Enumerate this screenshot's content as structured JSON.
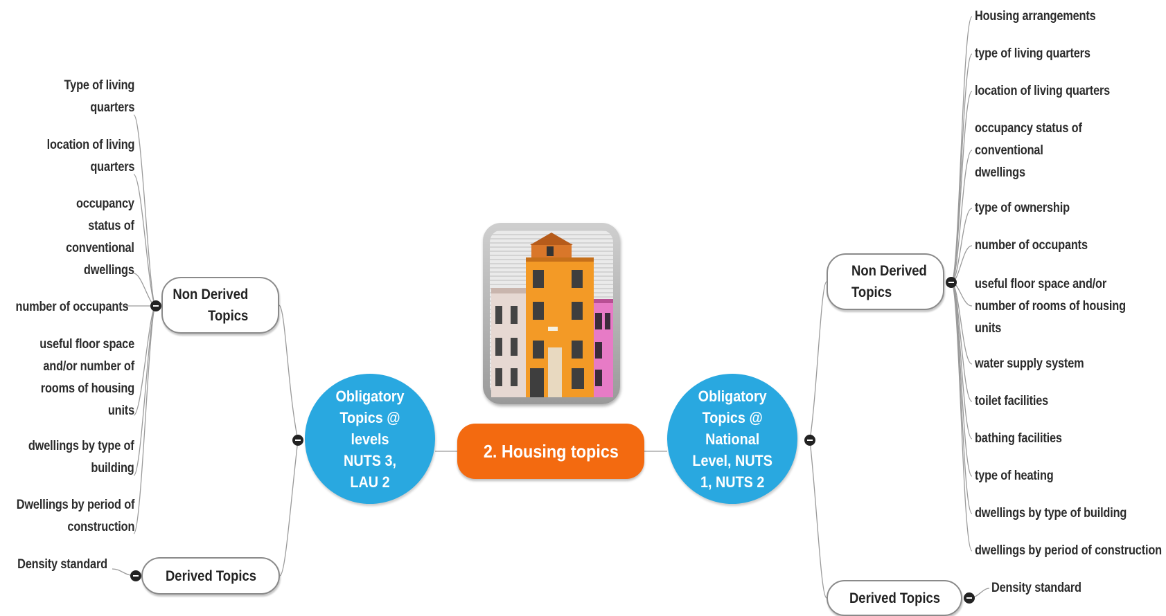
{
  "central": {
    "label": "2. Housing topics"
  },
  "left": {
    "main_label": "Obligatory Topics @ levels NUTS 3, LAU 2",
    "main_lines": [
      "Obligatory",
      "Topics @",
      "levels",
      "NUTS 3,",
      "LAU 2"
    ],
    "non_derived": {
      "label_lines": [
        "Non Derived",
        "Topics"
      ],
      "items": [
        {
          "lines": [
            "Type of living",
            "quarters"
          ]
        },
        {
          "lines": [
            "location of living",
            "quarters"
          ]
        },
        {
          "lines": [
            "occupancy",
            "status of",
            "conventional",
            "dwellings"
          ]
        },
        {
          "lines": [
            "number of occupants"
          ]
        },
        {
          "lines": [
            "useful floor space",
            "and/or number of",
            "rooms of housing",
            "units"
          ]
        },
        {
          "lines": [
            "dwellings by type of",
            "building"
          ]
        },
        {
          "lines": [
            "Dwellings by period of",
            "construction"
          ]
        }
      ]
    },
    "derived": {
      "label": "Derived Topics",
      "items": [
        {
          "lines": [
            "Density standard"
          ]
        }
      ]
    }
  },
  "right": {
    "main_label": "Obligatory Topics @ National Level, NUTS 1, NUTS 2",
    "main_lines": [
      "Obligatory",
      "Topics @",
      "National",
      "Level, NUTS",
      "1, NUTS 2"
    ],
    "non_derived": {
      "label_lines": [
        "Non Derived",
        "Topics"
      ],
      "items": [
        {
          "lines": [
            "Housing arrangements"
          ]
        },
        {
          "lines": [
            "type of living quarters"
          ]
        },
        {
          "lines": [
            "location of living quarters"
          ]
        },
        {
          "lines": [
            "occupancy status of",
            "conventional",
            "dwellings"
          ]
        },
        {
          "lines": [
            "type of ownership"
          ]
        },
        {
          "lines": [
            "number of occupants"
          ]
        },
        {
          "lines": [
            "useful floor space and/or",
            "number of rooms of housing",
            "units"
          ]
        },
        {
          "lines": [
            "water supply system"
          ]
        },
        {
          "lines": [
            "toilet facilities"
          ]
        },
        {
          "lines": [
            "bathing facilities"
          ]
        },
        {
          "lines": [
            "type of heating"
          ]
        },
        {
          "lines": [
            "dwellings by type of building"
          ]
        },
        {
          "lines": [
            "dwellings by period of construction"
          ]
        }
      ]
    },
    "derived": {
      "label": "Derived Topics",
      "items": [
        {
          "lines": [
            "Density standard"
          ]
        }
      ]
    }
  },
  "colors": {
    "central": "#f36a10",
    "main": "#29a8e0",
    "connector": "#9a9a9a"
  },
  "image": {
    "depicts": "colorful-houses-picture"
  }
}
